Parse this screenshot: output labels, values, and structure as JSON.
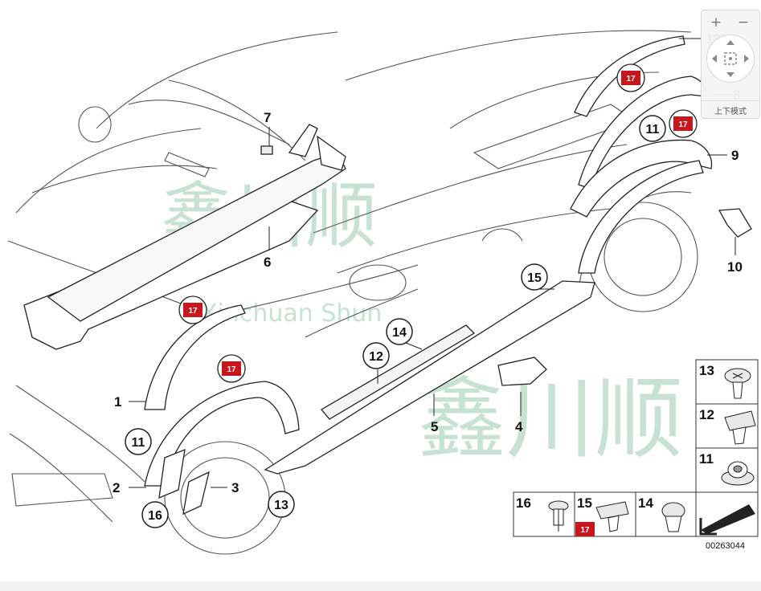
{
  "diagram": {
    "part_labels": [
      "1",
      "2",
      "3",
      "4",
      "5",
      "6",
      "7",
      "8",
      "9",
      "10",
      "12",
      "13",
      "14"
    ],
    "circled_labels": [
      "11",
      "11",
      "12",
      "13",
      "14",
      "15",
      "16"
    ],
    "red_badge": "17",
    "legend": {
      "items": [
        {
          "num": "13"
        },
        {
          "num": "12"
        },
        {
          "num": "11"
        },
        {
          "num": "16"
        },
        {
          "num": "15"
        },
        {
          "num": "14"
        }
      ],
      "badge": "17"
    },
    "code": "00263044",
    "watermark": {
      "cn": "鑫川顺",
      "en": "Xinchuan Shun"
    }
  },
  "map_control": {
    "zoom_in": "+",
    "zoom_out": "−",
    "mode_label": "上下模式"
  }
}
